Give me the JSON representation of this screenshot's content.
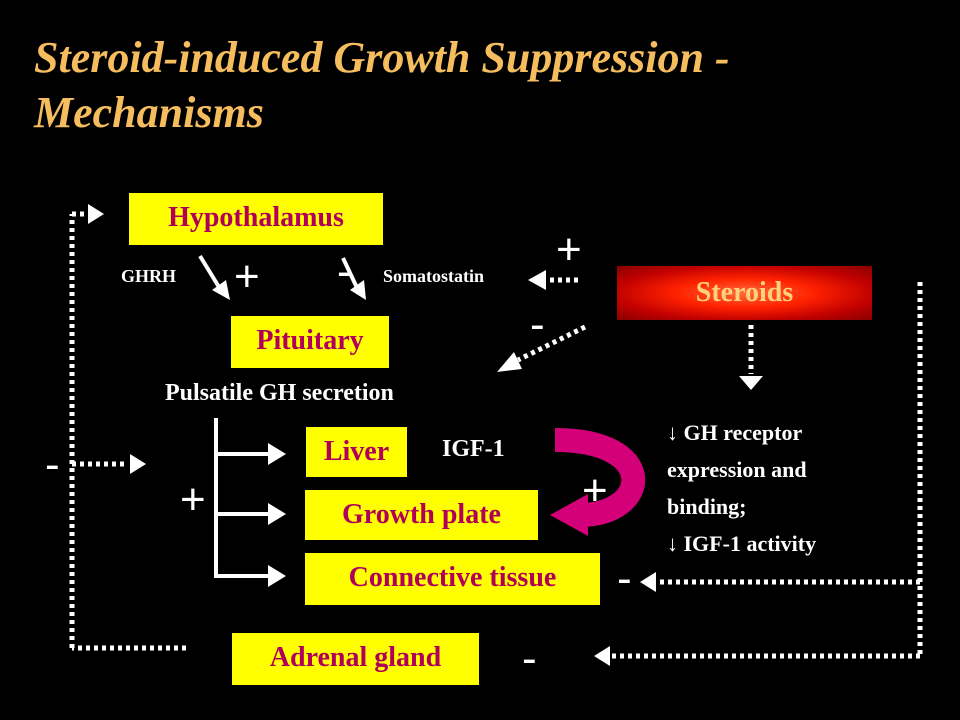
{
  "title": "Steroid-induced Growth Suppression - Mechanisms",
  "nodes": {
    "hypothalamus": "Hypothalamus",
    "pituitary": "Pituitary",
    "steroids": "Steroids",
    "liver": "Liver",
    "growth_plate": "Growth plate",
    "connective_tissue": "Connective tissue",
    "adrenal_gland": "Adrenal gland"
  },
  "labels": {
    "ghrh": "GHRH",
    "somatostatin": "Somatostatin",
    "pulsatile": "Pulsatile GH secretion",
    "igf1": "IGF-1"
  },
  "effects": [
    "↓ GH receptor",
    "expression and",
    "binding;",
    "↓ IGF-1 activity"
  ],
  "signs": {
    "plus": "+",
    "minus": "-"
  },
  "colors": {
    "title": "#f5bd5e",
    "node_fill": "#ffff00",
    "node_text": "#b0005a",
    "steroids_fill": "#ff2200"
  }
}
